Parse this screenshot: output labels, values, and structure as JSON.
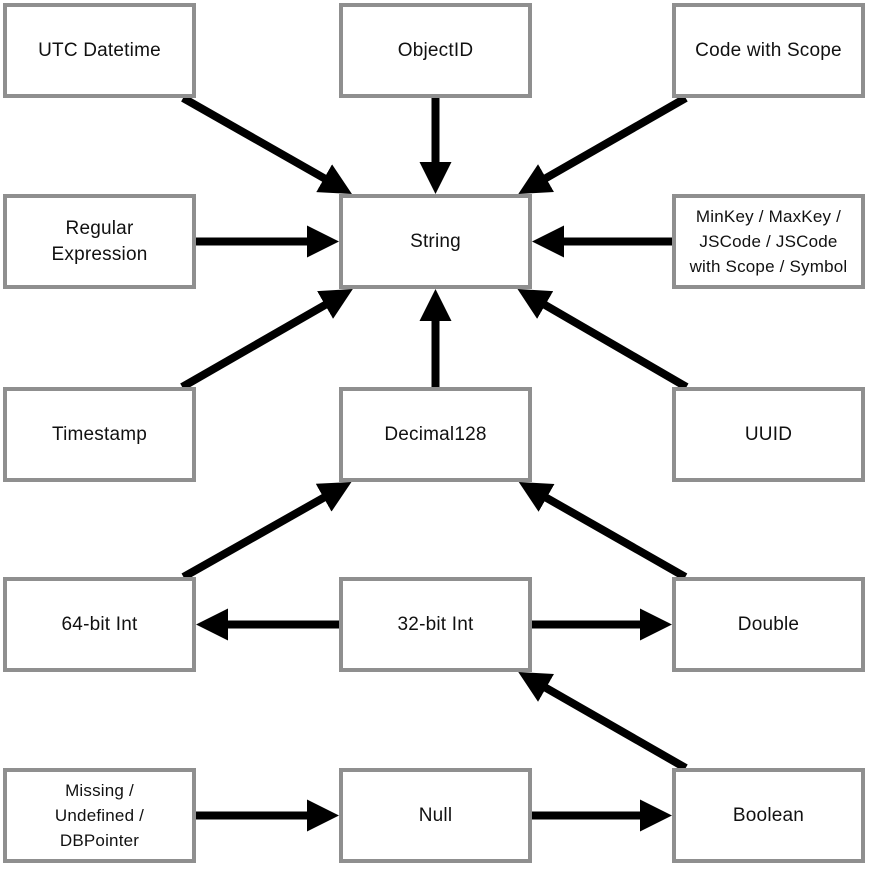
{
  "diagram": {
    "description": "Type conversion diagram: arrows show which source types convert to which target types",
    "colors": {
      "background": "#ffffff",
      "box_border": "#8f8f8f",
      "box_fill": "#ffffff",
      "text": "#111111",
      "arrow": "#000000"
    },
    "nodes": [
      {
        "id": "utc-datetime",
        "label": "UTC Datetime",
        "col": 0,
        "row": 0
      },
      {
        "id": "objectid",
        "label": "ObjectID",
        "col": 1,
        "row": 0
      },
      {
        "id": "code-with-scope",
        "label": "Code with Scope",
        "col": 2,
        "row": 0
      },
      {
        "id": "regular-expression",
        "label": "Regular\nExpression",
        "col": 0,
        "row": 1
      },
      {
        "id": "string",
        "label": "String",
        "col": 1,
        "row": 1
      },
      {
        "id": "minkey-group",
        "label": "MinKey / MaxKey /\nJSCode / JSCode\nwith Scope / Symbol",
        "col": 2,
        "row": 1
      },
      {
        "id": "timestamp",
        "label": "Timestamp",
        "col": 0,
        "row": 2
      },
      {
        "id": "decimal128",
        "label": "Decimal128",
        "col": 1,
        "row": 2
      },
      {
        "id": "uuid",
        "label": "UUID",
        "col": 2,
        "row": 2
      },
      {
        "id": "int64",
        "label": "64-bit Int",
        "col": 0,
        "row": 3
      },
      {
        "id": "int32",
        "label": "32-bit Int",
        "col": 1,
        "row": 3
      },
      {
        "id": "double",
        "label": "Double",
        "col": 2,
        "row": 3
      },
      {
        "id": "missing-group",
        "label": "Missing /\nUndefined /\nDBPointer",
        "col": 0,
        "row": 4
      },
      {
        "id": "null",
        "label": "Null",
        "col": 1,
        "row": 4
      },
      {
        "id": "boolean",
        "label": "Boolean",
        "col": 2,
        "row": 4
      }
    ],
    "edges": [
      {
        "from": "utc-datetime",
        "to": "string"
      },
      {
        "from": "objectid",
        "to": "string"
      },
      {
        "from": "code-with-scope",
        "to": "string"
      },
      {
        "from": "regular-expression",
        "to": "string"
      },
      {
        "from": "minkey-group",
        "to": "string"
      },
      {
        "from": "timestamp",
        "to": "string"
      },
      {
        "from": "decimal128",
        "to": "string"
      },
      {
        "from": "uuid",
        "to": "string"
      },
      {
        "from": "int64",
        "to": "decimal128"
      },
      {
        "from": "double",
        "to": "decimal128"
      },
      {
        "from": "int32",
        "to": "int64"
      },
      {
        "from": "int32",
        "to": "double"
      },
      {
        "from": "boolean",
        "to": "int32"
      },
      {
        "from": "missing-group",
        "to": "null"
      },
      {
        "from": "null",
        "to": "boolean"
      }
    ]
  }
}
